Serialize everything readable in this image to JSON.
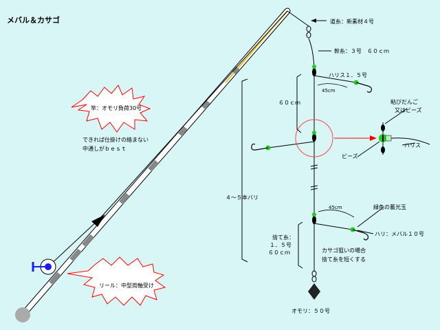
{
  "title": "メバル＆カサゴ",
  "labels": {
    "michi_ito": "道糸：新素材４号",
    "mikiito": "幹糸：３号　６０ｃｍ",
    "harisu_upper": "ハリス１．５号",
    "len_45_upper": "45cm",
    "len_60": "６０ｃｍ",
    "nenjiri": "粘びだんご",
    "mata_beads": "又はビーズ",
    "harisu_inset": "ハリス",
    "beads": "ビーズ",
    "rod_note": "竿：オモリ負荷30号",
    "line_note_1": "できれば仕掛けの絡まない",
    "line_note_2": "中通しがｂｅｓｔ",
    "branch_count": "４～５本バリ",
    "len_45_lower": "45cm",
    "glow_bead": "緑色の蓄光玉",
    "hook": "ハリ：メバル１０号",
    "sute_ito_1": "捨て糸：",
    "sute_ito_2": "１．５号",
    "sute_ito_3": "６０ｃｍ",
    "kasago_note_1": "カサゴ狙いの場合",
    "kasago_note_2": "捨て糸を短くする",
    "reel": "リール：中型両軸受け",
    "sinker": "オモリ：５０号"
  },
  "colors": {
    "background": "#d9f6f6",
    "bead": "#22cc22",
    "line": "#000000",
    "arrow_red": "#ff0000",
    "circle_red": "#ff4444",
    "rod_white": "#ffffff",
    "rod_gray": "#888888",
    "reel_blue": "#1a1aff",
    "rod_tip_yellow": "#e8c020"
  }
}
